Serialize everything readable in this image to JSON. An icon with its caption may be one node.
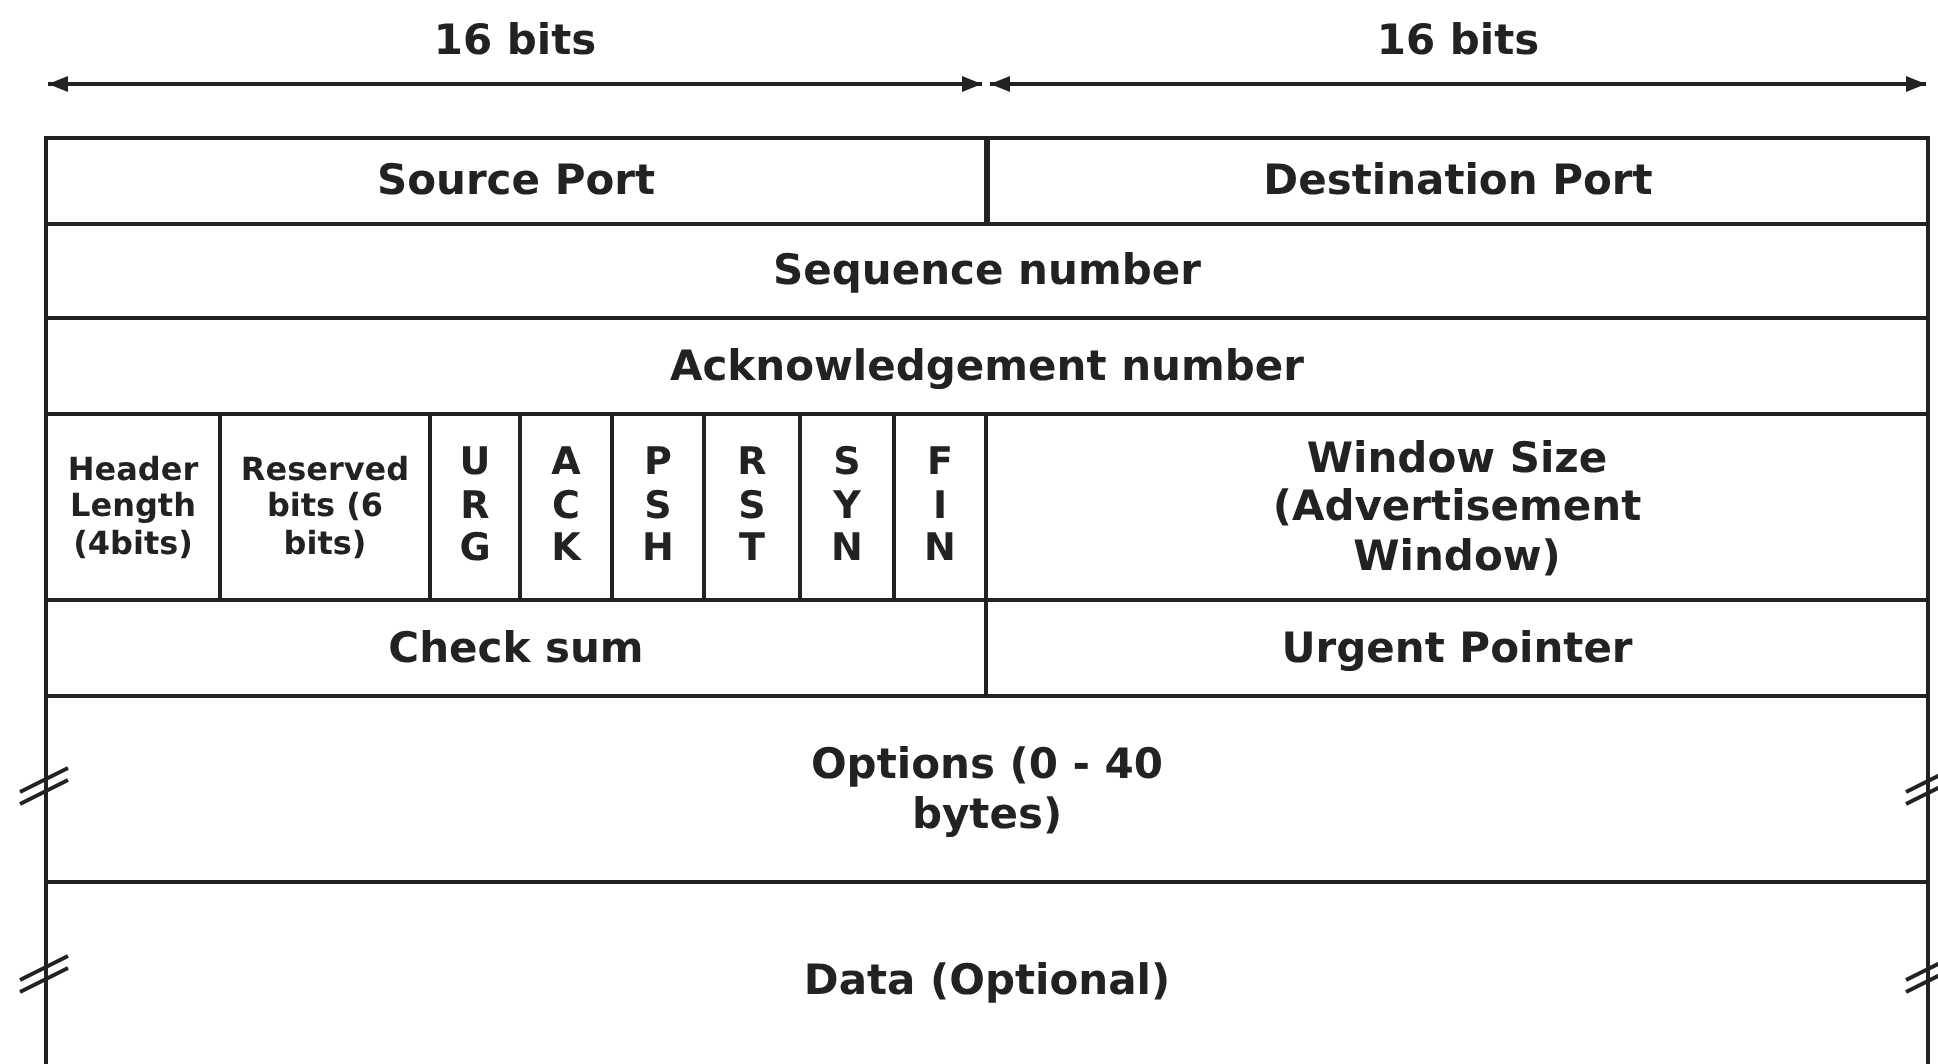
{
  "diagram": {
    "labels": [
      "16 bits",
      "16 bits",
      "Source Port",
      "Destination Port",
      "Sequence number",
      "Acknowledgement number",
      "Header Length (4bits)",
      "Reserved bits (6 bits)",
      "U R G",
      "A C K",
      "P S H",
      "R S T",
      "S Y N",
      "F I N",
      "Window Size (Advertisement Window)",
      "Check sum",
      "Urgent Pointer",
      "Options (0 - 40 bytes)",
      "Data (Optional)"
    ]
  }
}
